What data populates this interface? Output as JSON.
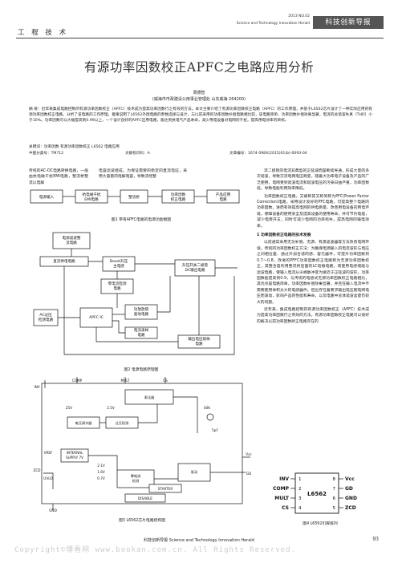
{
  "header": {
    "section": "工 程 技 术",
    "issue": "2013 NO.02",
    "journal_en": "Science and Technology Innovation Herald",
    "journal_cn": "科技创新导报"
  },
  "article": {
    "title": "有源功率因数校正APFC之电路应用分析",
    "author": "周德智",
    "affiliation": "(威海市市政建设公用事业管理处   山东威海   264200)",
    "abstract": "摘   要：近年来集成电路控制的有源功率因数校正（APFC）技术成为提高功率因数行之有效的方法。本文主要介绍了有源功率因数校正电路（APFC）的工作原理，并基于L6562芯片设计了一种实际应用的有源功率因数校正电路。分析了该电路的工作原理，着重说明了L6562外围电路的参数选择与设计，与以前采用的功率因数补偿电路相比较，该电路简单、功率因数补偿效果显著，电流的总谐波失真（THD）小于10%。功率因数可以大幅提高到0.99以上，一个设计良好的APFC应用电路，能达到抗电气产品寿命，减少用电设备对电网的干扰，提高用电效率的目标。",
    "keywords": "关键词：功率因数   有源功率因数校正   L6562   电路应用",
    "clc": "中图分类号：TM712",
    "doc_code": "文献标识码：A",
    "article_no": "文章编号：1674-098X(2015)01(b)-0093-04"
  },
  "body": {
    "col1": "传统的AC-DC电路转换电路，一般由抗电磁干扰EMI电路，整流桥整流以电解",
    "col2": "电容滤波组成。为保证需要的稳定的直流电压，采用大容量的电解电容，导致流经整",
    "col3_p1": "流二极管的电流非典型的正弦波而是断续导通，形成大量的多次谐波，导致交流电网电压畸变，随着大功率电子设备及产品的广泛使用，电网受到谐波电流和谐波电压的污染日益严重，功率因数低，导致电能利用效率降低。",
    "col3_p2": "功率因数校正电路，又被称其又称简称为PFC(Power Factor Correction)电路，采用设计良好的PFC电路，可提高整个电路的功率因数，进而有效提高电网的供电质量，改善用电设备的用电环境，保障设备的使用安全及提高设备的使用寿命，并可节约电能，减少电费开支，同时可减少电网的功率损失，提高电网的输电效率。",
    "col3_sec": "1   功率因数校正电路的技术发展",
    "col3_p3": "以前通常采用无功补偿、无源、有源滤波器等方法改善电网环境，传统的功率因数校正方法：为确保电源输入的电流波形与电压之间相位差、通过外加合适的感、容元器件，可提升功率因数到0.7～0.8。改进的PFFC功率因数校正电路称为无源功率因数校正，其整合是利用整流桥后面的LC谐振电路，或使用电感储能与滤波电路，使输入电流从尖峰脉冲变为接近于正弦波的波形，功率因数能提高到0.9，与传统的电感式无源功率因数校正电路相比，其优点是电路简单，功率因数补偿效果显著，并且在输入电流中不需要使用体积太大的电感器件。但也存在着要求输出电压随电网电压而波动，影响产品的性能和寿命，以及电路中总体谐波含量仍较大的问题。",
    "col3_p4": "近年来，集成电路控制的有源功率因数校正（APFC）技术成为提高功率因数行之有效的方法，有源功率因数校正电路可以很好的解决以前功率因数矫正电路存在的"
  },
  "figures": {
    "fig1": {
      "caption": "图1  带有APFC电路的电源功能框图",
      "blocks": [
        "电源输入",
        "抗电磁干扰\nEMI电路",
        "整流桥",
        "功率因数\n校正电路",
        "产品应用\n电路"
      ]
    },
    "fig2": {
      "caption": "图2  电源电路原理图",
      "blocks": [
        "电源滤波整\n流电路",
        "直流供电电路",
        "Boost升压\n主电感",
        "升压开关二极管\nDC输出电路",
        "零电流检测\n电路",
        "AC过压\n检测电路",
        "APFC IC",
        "功放放管\n驱动电路",
        "电流采样\n电路",
        "输出电压取样\n电路"
      ]
    },
    "fig3": {
      "caption": "图3  L6562芯片电路结构图",
      "labels": [
        "COMP",
        "MULT",
        "CS",
        "乘法器",
        "电压调节器",
        "过压检测",
        "零电流\n检测",
        "驱动",
        "DISABLE",
        "INTERNAL\nSUPPLY 7V",
        "STARTER",
        "VREF",
        "UVLO",
        "INV",
        "ZCD",
        "GND",
        "GD",
        "Vcc",
        "2.5V",
        "40K",
        "5pF",
        "2.1V",
        "1.6V",
        "0.7V",
        "25V"
      ]
    },
    "fig4": {
      "caption": "图4  L6562引脚排列",
      "chip": "L6562",
      "pins_left": [
        "INV",
        "COMP",
        "MULT",
        "CS"
      ],
      "pins_right": [
        "Vcc",
        "GD",
        "GND",
        "ZCD"
      ],
      "nums_left": [
        "1",
        "2",
        "3",
        "4"
      ],
      "nums_right": [
        "8",
        "7",
        "6",
        "5"
      ]
    }
  },
  "footer": {
    "text": "科技创新导报  Science and Technology Innovation Herald",
    "page": "93",
    "watermark": "Copyright©博看网 www.bookan.com.cn. All Rights Reserved."
  }
}
